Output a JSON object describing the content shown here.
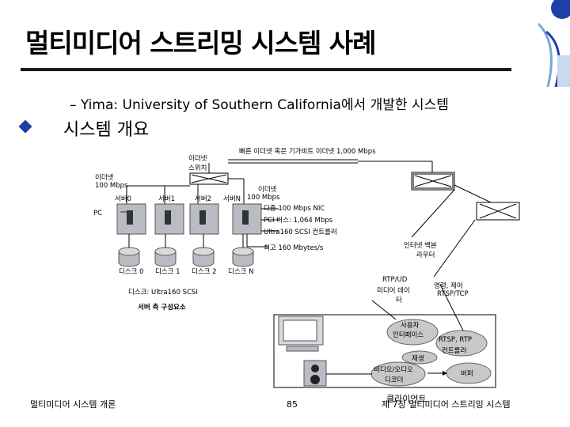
{
  "slide": {
    "title": "멀티미디어 스트리밍 시스템 사례",
    "subtitle": "– Yima: University of Southern California에서 개발한 시스템",
    "bullet": "시스템 개요"
  },
  "diagram": {
    "gigabit_label": "빠른 이더넷 혹은 기가비트 이더넷 1,000 Mbps",
    "switch_label_1": "이더넷",
    "switch_label_2": "스위치",
    "ethernet_left_1": "이더넷",
    "ethernet_left_2": "100 Mbps",
    "server_labels": [
      "서버0",
      "서버1",
      "서버2",
      "서버N"
    ],
    "pc_label": "PC",
    "ethernet_right_1": "이더넷",
    "ethernet_right_2": "100 Mbps",
    "nic_label": "다중 100 Mbps NIC",
    "pci_label": "PCI 버스: 1,064 Mbps",
    "ultra_label": "Ultra160 SCSI 컨트롤러",
    "max_label": "최고 160 Mbytes/s",
    "disk_labels": [
      "디스크 0",
      "디스크 1",
      "디스크 2",
      "디스크 N"
    ],
    "disk_bus_label": "디스크: Ultra160 SCSI",
    "server_side_label": "서버 측 구성요소",
    "router_label_1": "인터넷 백본",
    "router_label_2": "라우터",
    "rtpudp_label_1": "RTP/UD",
    "rtpudp_label_2": "미디어 데이",
    "rtpudp_label_3": "터",
    "command_label_1": "명령, 제어",
    "command_label_2": "RTSP/TCP",
    "ui_label_1": "사용자",
    "ui_label_2": "인터페이스",
    "rtsp_label_1": "RTSP, RTP",
    "rtsp_label_2": "컨트롤러",
    "play_label": "재생",
    "decoder_label_1": "비디오/오디오",
    "decoder_label_2": "디코더",
    "buffer_label": "버퍼",
    "client_label": "클라이언트",
    "colors": {
      "server_fill": "#b9bdc3",
      "bubble_fill": "#c8c8c8",
      "line": "#000000"
    }
  },
  "footer": {
    "left": "멀티미디어 시스템 개론",
    "page": "85",
    "right": "제 7장 멀티미디어 스트리밍 시스템",
    "overlap_text": "클라이언트"
  }
}
